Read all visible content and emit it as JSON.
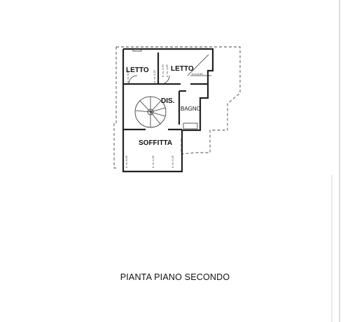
{
  "plan": {
    "rooms": [
      {
        "id": "letto1",
        "label": "LETTO"
      },
      {
        "id": "letto2",
        "label": "LETTO"
      },
      {
        "id": "dis",
        "label": "DIS."
      },
      {
        "id": "bagno",
        "label": "BAGNO"
      },
      {
        "id": "soffitta",
        "label": "SOFFITTA"
      }
    ],
    "heights": {
      "h1": "h. m. 0,65",
      "h2": "h. m. 2,25",
      "h3": "h. m. 2,26",
      "h4": "h. m. 1,65",
      "h5": "h. m. 0,65",
      "h6": "h. m. 2,26"
    },
    "roof_note": "h.m.0.65"
  },
  "caption": "PIANTA PIANO SECONDO"
}
